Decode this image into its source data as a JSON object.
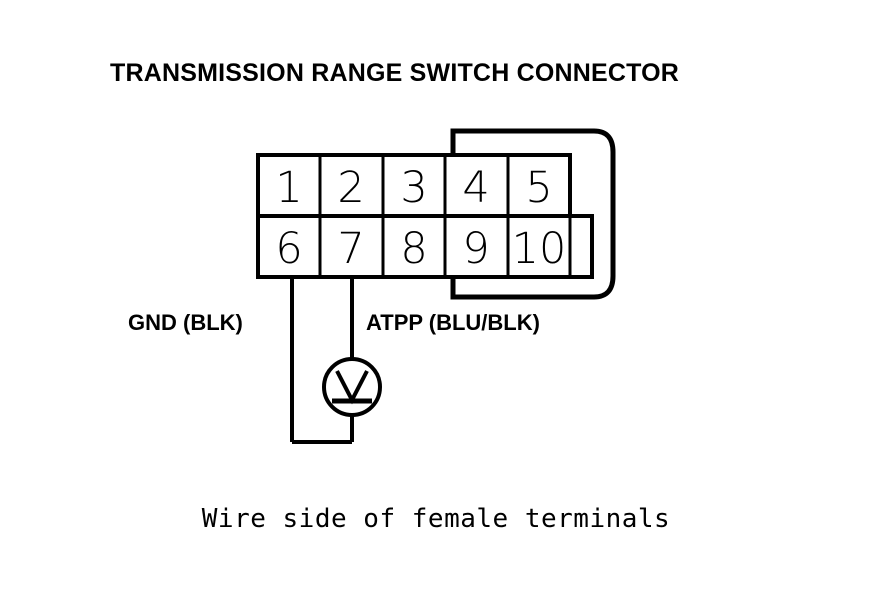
{
  "document": {
    "title": "TRANSMISSION RANGE SWITCH CONNECTOR",
    "caption": "Wire side of female terminals",
    "background_color": "#ffffff",
    "line_color": "#000000"
  },
  "connector": {
    "name": "Transmission Range Switch Connector",
    "pin_count": 10,
    "view": "Wire side of female terminals",
    "rows": [
      {
        "row": "top",
        "pins": [
          "1",
          "2",
          "3",
          "4",
          "5"
        ]
      },
      {
        "row": "bottom",
        "pins": [
          "6",
          "7",
          "8",
          "9",
          "10"
        ]
      }
    ]
  },
  "wires": [
    {
      "pin": "6",
      "label": "GND (BLK)",
      "signal": "GND",
      "color_code": "BLK"
    },
    {
      "pin": "7",
      "label": "ATPP (BLU/BLK)",
      "signal": "ATPP",
      "color_code": "BLU/BLK"
    }
  ],
  "instrument": {
    "type": "voltmeter",
    "symbol": "V",
    "icon": "voltmeter-icon"
  }
}
